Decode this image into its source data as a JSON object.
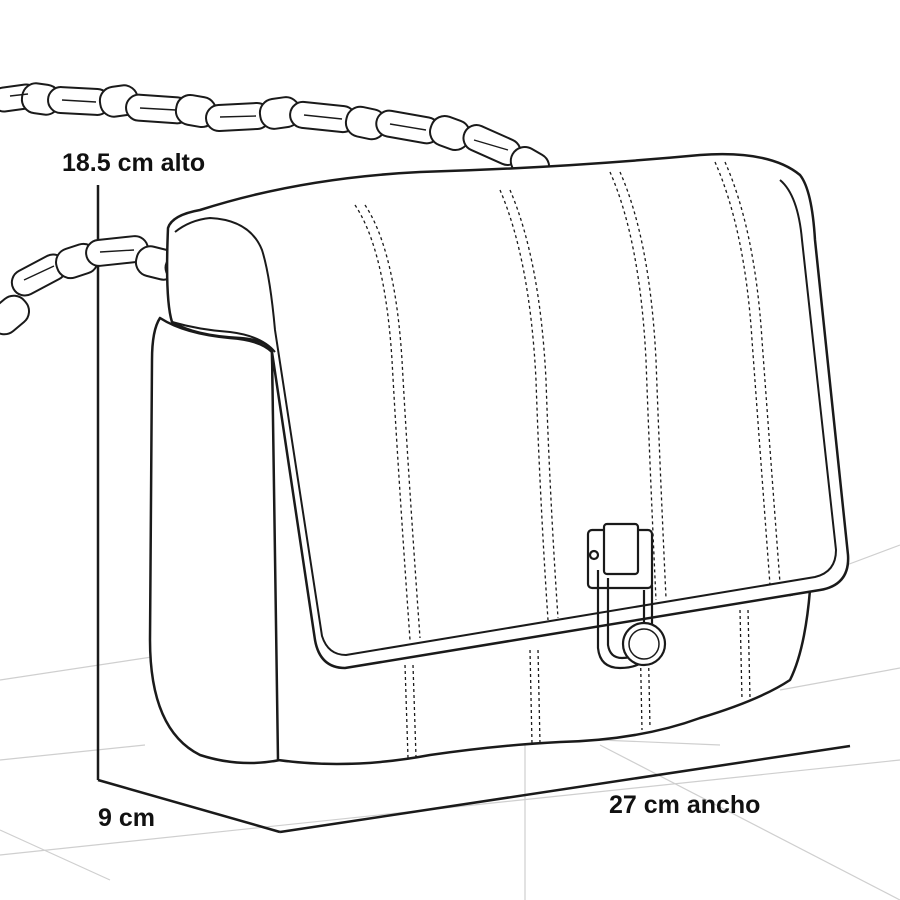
{
  "figure": {
    "subject": "handbag-line-drawing",
    "colors": {
      "ink": "#1a1a1a",
      "grid": "#cfcfcf",
      "background": "#ffffff"
    }
  },
  "dimensions": {
    "height_label": "18.5 cm alto",
    "depth_label": "9 cm",
    "width_label": "27 cm ancho"
  }
}
